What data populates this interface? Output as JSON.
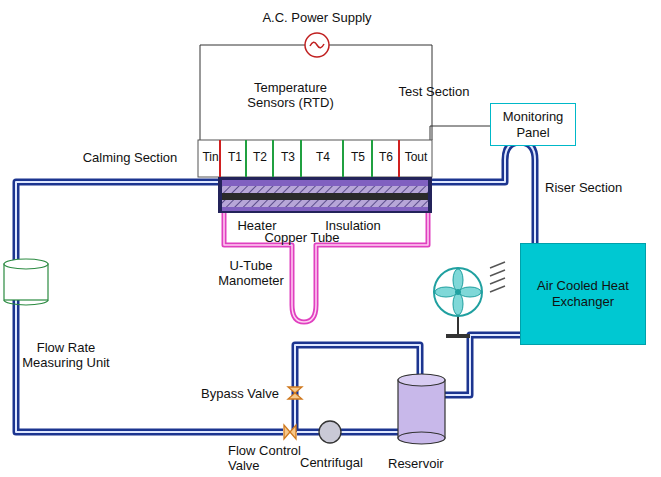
{
  "diagram": {
    "nodes": [
      {
        "text": [
          "Monitoring Panel"
        ]
      },
      {
        "text": [
          "Air Cooled Heat Exchanger"
        ]
      }
    ],
    "labels": [
      "A.C. Power Supply",
      "Temperature Sensors (RTD)",
      "Test Section",
      "Tin",
      "T1",
      "T2",
      "T3",
      "T4",
      "T5",
      "T6",
      "Tout",
      "Calming Section",
      "Riser Section",
      "Heater",
      "Insulation",
      "Copper Tube",
      "U-Tube Manometer",
      "Flow Rate Measuring Unit",
      "Bypass Valve",
      "Flow Control Valve",
      "Centrifugal",
      "Reservoir"
    ]
  }
}
